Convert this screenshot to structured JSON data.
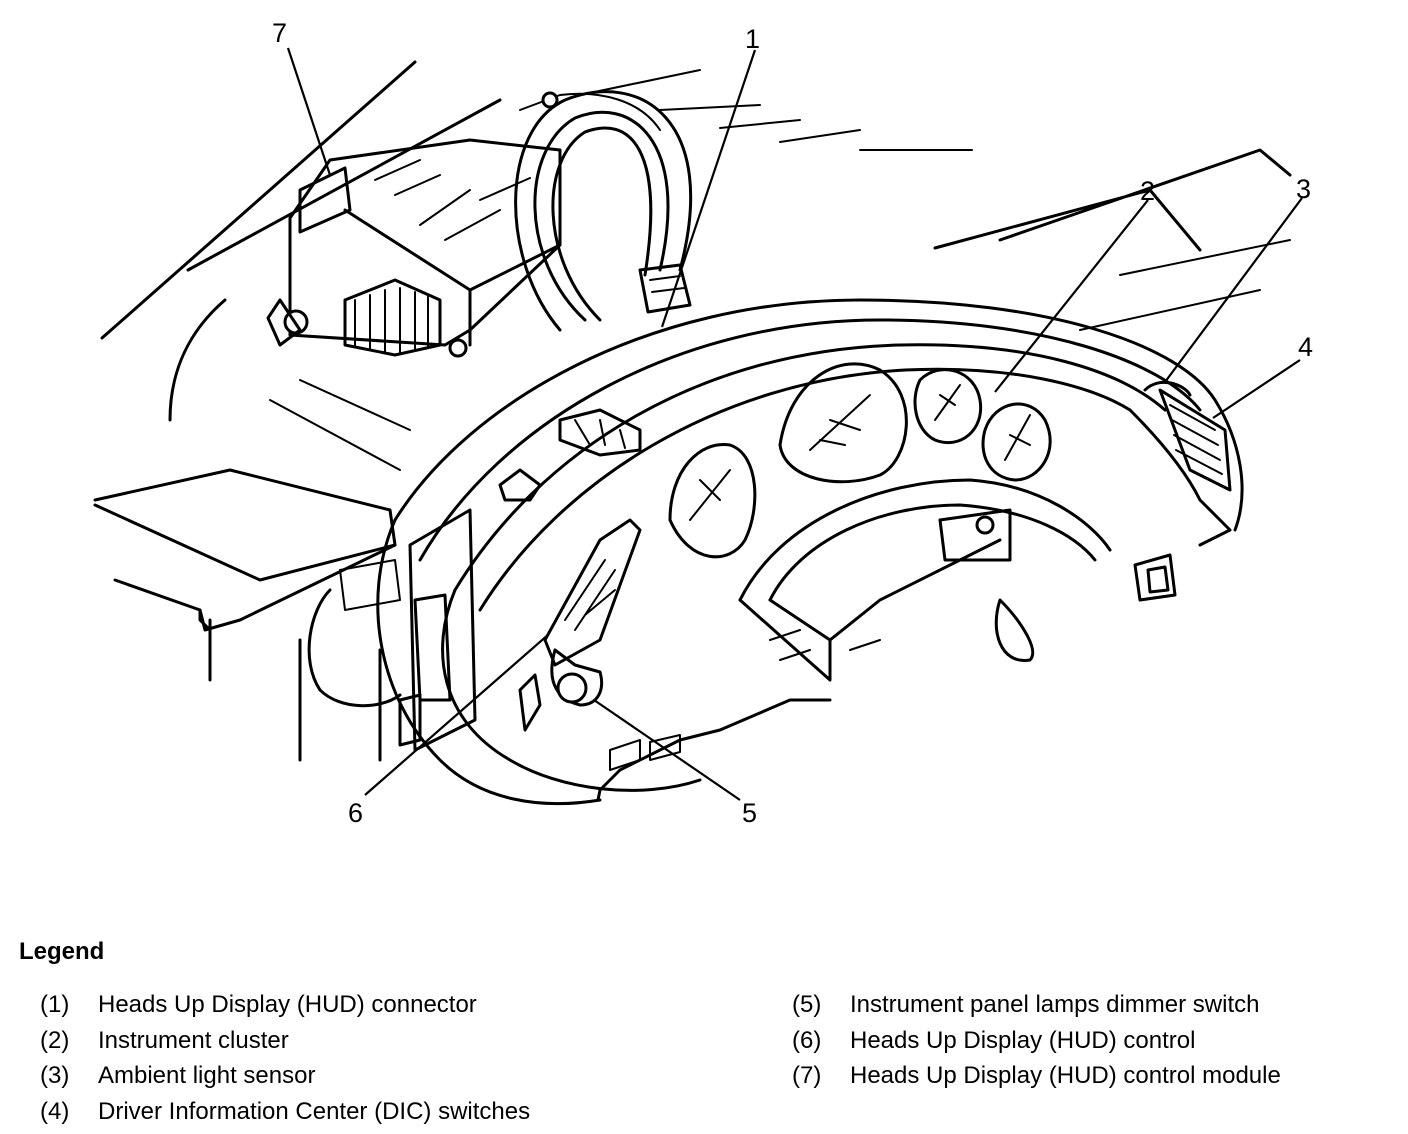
{
  "callouts": [
    {
      "id": "1",
      "label": "1"
    },
    {
      "id": "2",
      "label": "2"
    },
    {
      "id": "3",
      "label": "3"
    },
    {
      "id": "4",
      "label": "4"
    },
    {
      "id": "5",
      "label": "5"
    },
    {
      "id": "6",
      "label": "6"
    },
    {
      "id": "7",
      "label": "7"
    }
  ],
  "legend": {
    "title": "Legend",
    "left": [
      {
        "num": "(1)",
        "text": "Heads Up Display (HUD) connector"
      },
      {
        "num": "(2)",
        "text": "Instrument cluster"
      },
      {
        "num": "(3)",
        "text": "Ambient light sensor"
      },
      {
        "num": "(4)",
        "text": "Driver Information Center (DIC) switches"
      }
    ],
    "right": [
      {
        "num": "(5)",
        "text": "Instrument panel lamps dimmer switch"
      },
      {
        "num": "(6)",
        "text": "Heads Up Display (HUD) control"
      },
      {
        "num": "(7)",
        "text": "Heads Up Display (HUD) control module"
      }
    ]
  }
}
